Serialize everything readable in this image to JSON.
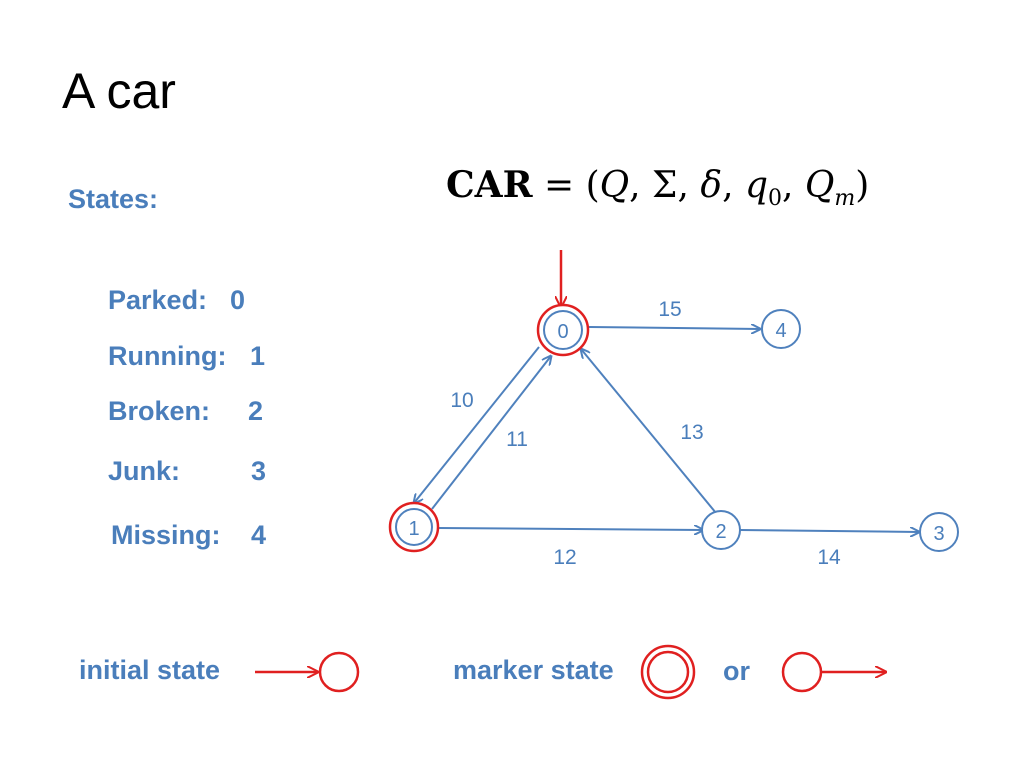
{
  "colors": {
    "blue": "#4f81bd",
    "label": "#4a7ebb",
    "red": "#e02020",
    "title": "#000000"
  },
  "title": "A car",
  "states_heading": "States:",
  "states": [
    {
      "name": "Parked:",
      "num": "0"
    },
    {
      "name": "Running:",
      "num": "1"
    },
    {
      "name": "Broken:",
      "num": "2"
    },
    {
      "name": "Junk:",
      "num": "3"
    },
    {
      "name": "Missing:",
      "num": "4"
    }
  ],
  "formula": {
    "lhs": "CAR",
    "eq": " = (",
    "q": "Q",
    "sigma": ", Σ, ",
    "delta": "δ",
    "sep1": ", ",
    "q0": "q",
    "q0_sub": "0",
    "sep2": ", ",
    "qm": "Q",
    "qm_sub": "m",
    "close": ")"
  },
  "diagram": {
    "nodes": [
      {
        "id": "0",
        "label": "0"
      },
      {
        "id": "1",
        "label": "1"
      },
      {
        "id": "2",
        "label": "2"
      },
      {
        "id": "3",
        "label": "3"
      },
      {
        "id": "4",
        "label": "4"
      }
    ],
    "edges": [
      {
        "id": "e15",
        "from": "0",
        "to": "4",
        "label": "15"
      },
      {
        "id": "e10",
        "from": "0",
        "to": "1",
        "label": "10"
      },
      {
        "id": "e11",
        "from": "1",
        "to": "0",
        "label": "11"
      },
      {
        "id": "e13",
        "from": "2",
        "to": "0",
        "label": "13"
      },
      {
        "id": "e12",
        "from": "1",
        "to": "2",
        "label": "12"
      },
      {
        "id": "e14",
        "from": "2",
        "to": "3",
        "label": "14"
      }
    ]
  },
  "legend": {
    "initial": "initial state",
    "marker": "marker state",
    "or": "or"
  }
}
